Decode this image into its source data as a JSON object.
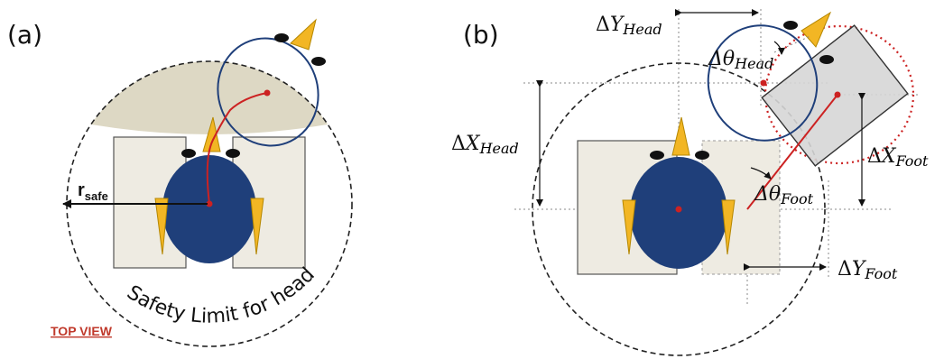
{
  "panel_a": {
    "label": "(a)",
    "r_safe_main": "r",
    "r_safe_sub": "safe",
    "safety_limit_text": "Safety Limit for head",
    "top_view_label": "TOP VIEW"
  },
  "panel_b": {
    "label": "(b)",
    "delta_y_head": {
      "delta": "Δ",
      "var": "Y",
      "sub": "Head"
    },
    "delta_theta_head": {
      "delta": "Δθ",
      "sub": "Head"
    },
    "delta_x_head": {
      "delta": "Δ",
      "var": "X",
      "sub": "Head"
    },
    "delta_x_foot": {
      "delta": "Δ",
      "var": "X",
      "sub": "Foot"
    },
    "delta_theta_foot": {
      "delta": "Δθ",
      "sub": "Foot"
    },
    "delta_y_foot": {
      "delta": "Δ",
      "var": "Y",
      "sub": "Foot"
    }
  },
  "colors": {
    "body_blue": "#1f3f7a",
    "beak_yellow": "#f2b624",
    "box_fill": "#eeebe2",
    "safe_zone_fill": "#ddd8c4",
    "red_path": "#cc2222",
    "foot_box_fill": "#d6d6d6"
  }
}
